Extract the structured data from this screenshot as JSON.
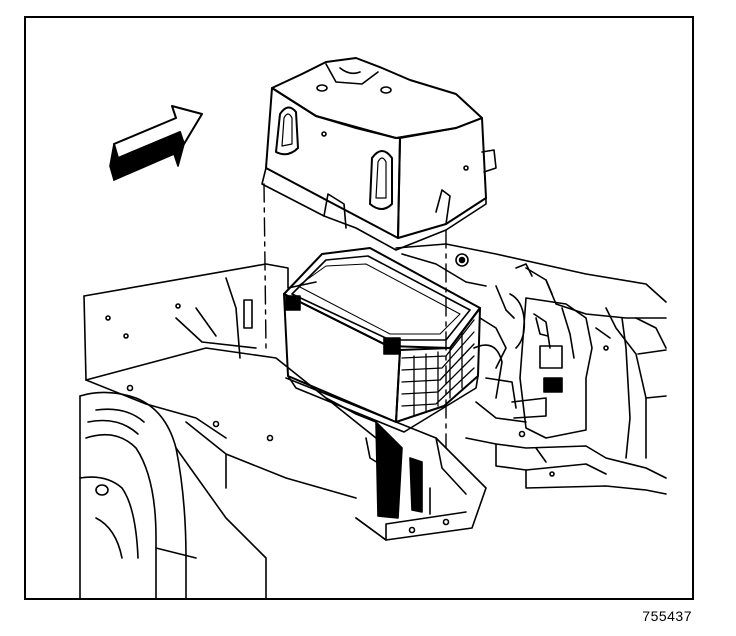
{
  "figure": {
    "number": "755437"
  },
  "colors": {
    "line": "#000000",
    "background": "#ffffff"
  },
  "parts": {
    "arrow": "direction-arrow-icon",
    "cover": "battery-cover",
    "battery": "battery",
    "tray": "battery-tray"
  }
}
